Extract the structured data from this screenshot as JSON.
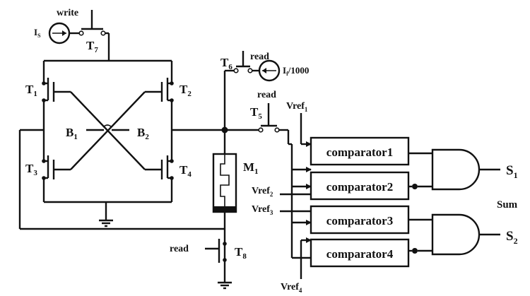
{
  "labels": {
    "write": "write",
    "is_src": "I",
    "is_sub": "S",
    "t7": "T",
    "t7_sub": "7",
    "t6": "T",
    "t6_sub": "6",
    "read_t6": "read",
    "if_src": "I",
    "if_sub": "f",
    "if_div": "/1000",
    "read_t5": "read",
    "t5": "T",
    "t5_sub": "5",
    "t1": "T",
    "t1_sub": "1",
    "t2": "T",
    "t2_sub": "2",
    "t3": "T",
    "t3_sub": "3",
    "t4": "T",
    "t4_sub": "4",
    "b1": "B",
    "b1_sub": "1",
    "b2": "B",
    "b2_sub": "2",
    "m1": "M",
    "m1_sub": "1",
    "read_t8": "read",
    "t8": "T",
    "t8_sub": "8",
    "vref": "Vref",
    "vref1_sub": "1",
    "vref2_sub": "2",
    "vref3_sub": "3",
    "vref4_sub": "4",
    "s": "S",
    "s1_sub": "1",
    "s2_sub": "2",
    "sum": "Sum"
  },
  "comparators": [
    {
      "label": "comparator1"
    },
    {
      "label": "comparator2"
    },
    {
      "label": "comparator3"
    },
    {
      "label": "comparator4"
    }
  ]
}
